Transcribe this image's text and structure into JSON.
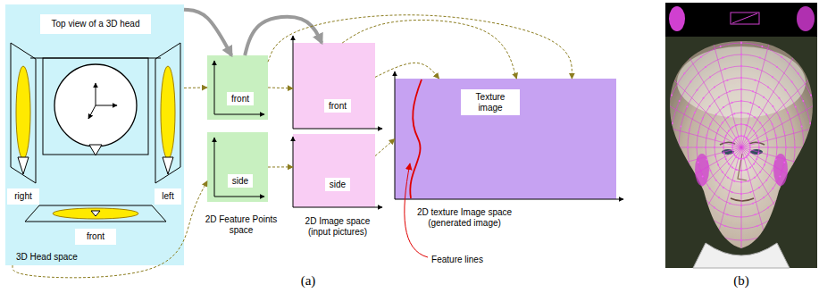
{
  "diagram": {
    "nodes": [
      {
        "text": [
          "3D Head space"
        ]
      },
      {
        "text": [
          "Top view of a 3D head"
        ],
        "in": 0
      },
      {
        "text": [
          "right"
        ],
        "in": 0
      },
      {
        "text": [
          "left"
        ],
        "in": 0
      },
      {
        "text": [
          "front"
        ],
        "in": 0
      },
      {
        "text": [
          "front"
        ]
      },
      {
        "text": [
          "side"
        ]
      },
      {
        "text": [
          "front"
        ]
      },
      {
        "text": [
          "side"
        ]
      },
      {
        "text": [
          "Texture image"
        ]
      }
    ],
    "edges": [
      {
        "from": 0,
        "to": 5,
        "arrow": "to"
      },
      {
        "from": 5,
        "to": 7,
        "arrow": "to"
      },
      {
        "from": 0,
        "to": 5,
        "arrow": "to"
      },
      {
        "from": 0,
        "to": 6,
        "arrow": "to"
      },
      {
        "from": 5,
        "to": 7,
        "arrow": "to"
      },
      {
        "from": 6,
        "to": 8,
        "arrow": "to"
      },
      {
        "from": 7,
        "to": 9,
        "arrow": "to"
      },
      {
        "from": 8,
        "to": 9,
        "arrow": "to"
      },
      {
        "from": 7,
        "to": 9,
        "arrow": "to"
      },
      {
        "from": 5,
        "to": 9,
        "arrow": "to"
      }
    ],
    "labels": [
      "2D Feature Points space",
      "2D Image space (input pictures)",
      "2D texture Image space (generated image)",
      "Feature lines",
      "(a)",
      "(b)"
    ]
  }
}
